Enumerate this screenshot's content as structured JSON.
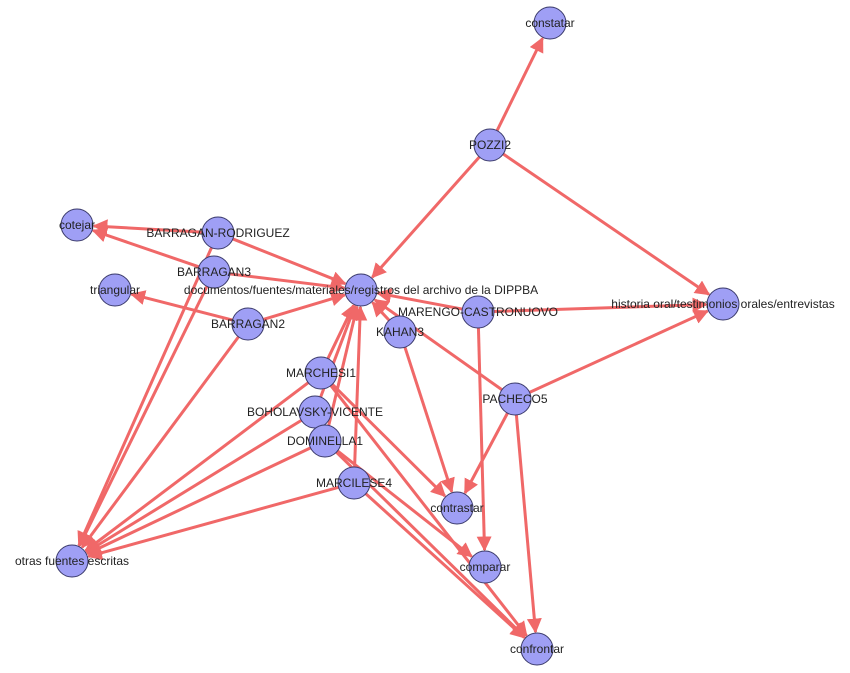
{
  "graph": {
    "colors": {
      "edge": "#f06868",
      "node_fill": "#9f9ff5",
      "node_stroke": "#3a3a6a",
      "label": "#222222"
    },
    "nodes": [
      {
        "id": "constatar",
        "label": "constatar"
      },
      {
        "id": "pozzi2",
        "label": "POZZI2"
      },
      {
        "id": "cotejar",
        "label": "cotejar"
      },
      {
        "id": "barragan-rodriguez",
        "label": "BARRAGAN-RODRIGUEZ"
      },
      {
        "id": "barragan3",
        "label": "BARRAGAN3"
      },
      {
        "id": "triangular",
        "label": "triangular"
      },
      {
        "id": "docs",
        "label": "documentos/fuentes/materiales/registros del archivo de la DIPPBA"
      },
      {
        "id": "marengo",
        "label": "MARENGO-CASTRONUOVO"
      },
      {
        "id": "historia",
        "label": "historia oral/testimonios orales/entrevistas"
      },
      {
        "id": "barragan2",
        "label": "BARRAGAN2"
      },
      {
        "id": "kahan3",
        "label": "KAHAN3"
      },
      {
        "id": "marchesi1",
        "label": "MARCHESI1"
      },
      {
        "id": "boholavsky",
        "label": "BOHOLAVSKY-VICENTE"
      },
      {
        "id": "pacheco5",
        "label": "PACHECO5"
      },
      {
        "id": "dominella1",
        "label": "DOMINELLA1"
      },
      {
        "id": "marcilese4",
        "label": "MARCILESE4"
      },
      {
        "id": "contrastar",
        "label": "contrastar"
      },
      {
        "id": "otras",
        "label": "otras fuentes escritas"
      },
      {
        "id": "comparar",
        "label": "comparar"
      },
      {
        "id": "confrontar",
        "label": "confrontar"
      }
    ],
    "edges": [
      [
        "pozzi2",
        "constatar"
      ],
      [
        "pozzi2",
        "docs"
      ],
      [
        "pozzi2",
        "historia"
      ],
      [
        "barragan-rodriguez",
        "cotejar"
      ],
      [
        "barragan-rodriguez",
        "docs"
      ],
      [
        "barragan-rodriguez",
        "otras"
      ],
      [
        "barragan3",
        "cotejar"
      ],
      [
        "barragan3",
        "docs"
      ],
      [
        "barragan3",
        "otras"
      ],
      [
        "barragan2",
        "triangular"
      ],
      [
        "barragan2",
        "docs"
      ],
      [
        "barragan2",
        "otras"
      ],
      [
        "marengo",
        "docs"
      ],
      [
        "marengo",
        "historia"
      ],
      [
        "marengo",
        "comparar"
      ],
      [
        "kahan3",
        "docs"
      ],
      [
        "kahan3",
        "contrastar"
      ],
      [
        "marchesi1",
        "docs"
      ],
      [
        "marchesi1",
        "otras"
      ],
      [
        "marchesi1",
        "contrastar"
      ],
      [
        "marchesi1",
        "confrontar"
      ],
      [
        "boholavsky",
        "docs"
      ],
      [
        "boholavsky",
        "otras"
      ],
      [
        "pacheco5",
        "historia"
      ],
      [
        "pacheco5",
        "contrastar"
      ],
      [
        "pacheco5",
        "confrontar"
      ],
      [
        "pacheco5",
        "docs"
      ],
      [
        "dominella1",
        "docs"
      ],
      [
        "dominella1",
        "otras"
      ],
      [
        "dominella1",
        "comparar"
      ],
      [
        "dominella1",
        "confrontar"
      ],
      [
        "marcilese4",
        "docs"
      ],
      [
        "marcilese4",
        "otras"
      ],
      [
        "marcilese4",
        "confrontar"
      ]
    ]
  }
}
